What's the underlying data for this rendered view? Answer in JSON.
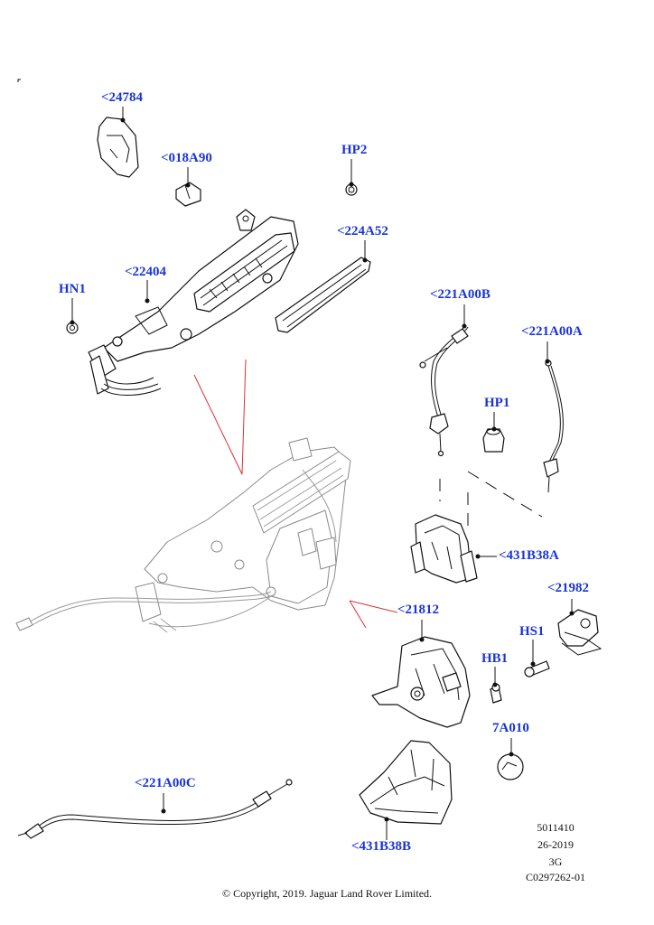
{
  "callouts": {
    "c24784": "<24784",
    "c018A90": "<018A90",
    "cHP2": "HP2",
    "c224A52": "<224A52",
    "c22404": "<22404",
    "cHN1": "HN1",
    "c221A00B": "<221A00B",
    "c221A00A": "<221A00A",
    "cHP1": "HP1",
    "c431B38A": "<431B38A",
    "c21982": "<21982",
    "c21812": "<21812",
    "cHS1": "HS1",
    "cHB1": "HB1",
    "c7A010": "7A010",
    "c221A00C": "<221A00C",
    "c431B38B": "<431B38B"
  },
  "footer": {
    "ref1": "5011410",
    "date": "26-2019",
    "code": "3G",
    "ref2": "C0297262-01",
    "copyright": "© Copyright, 2019. Jaguar Land Rover Limited."
  },
  "colors": {
    "callout": "#1a35d6",
    "indicator_line": "#e03030",
    "line_art": "#111111",
    "ghost_assembly": "#8a8a8a"
  }
}
